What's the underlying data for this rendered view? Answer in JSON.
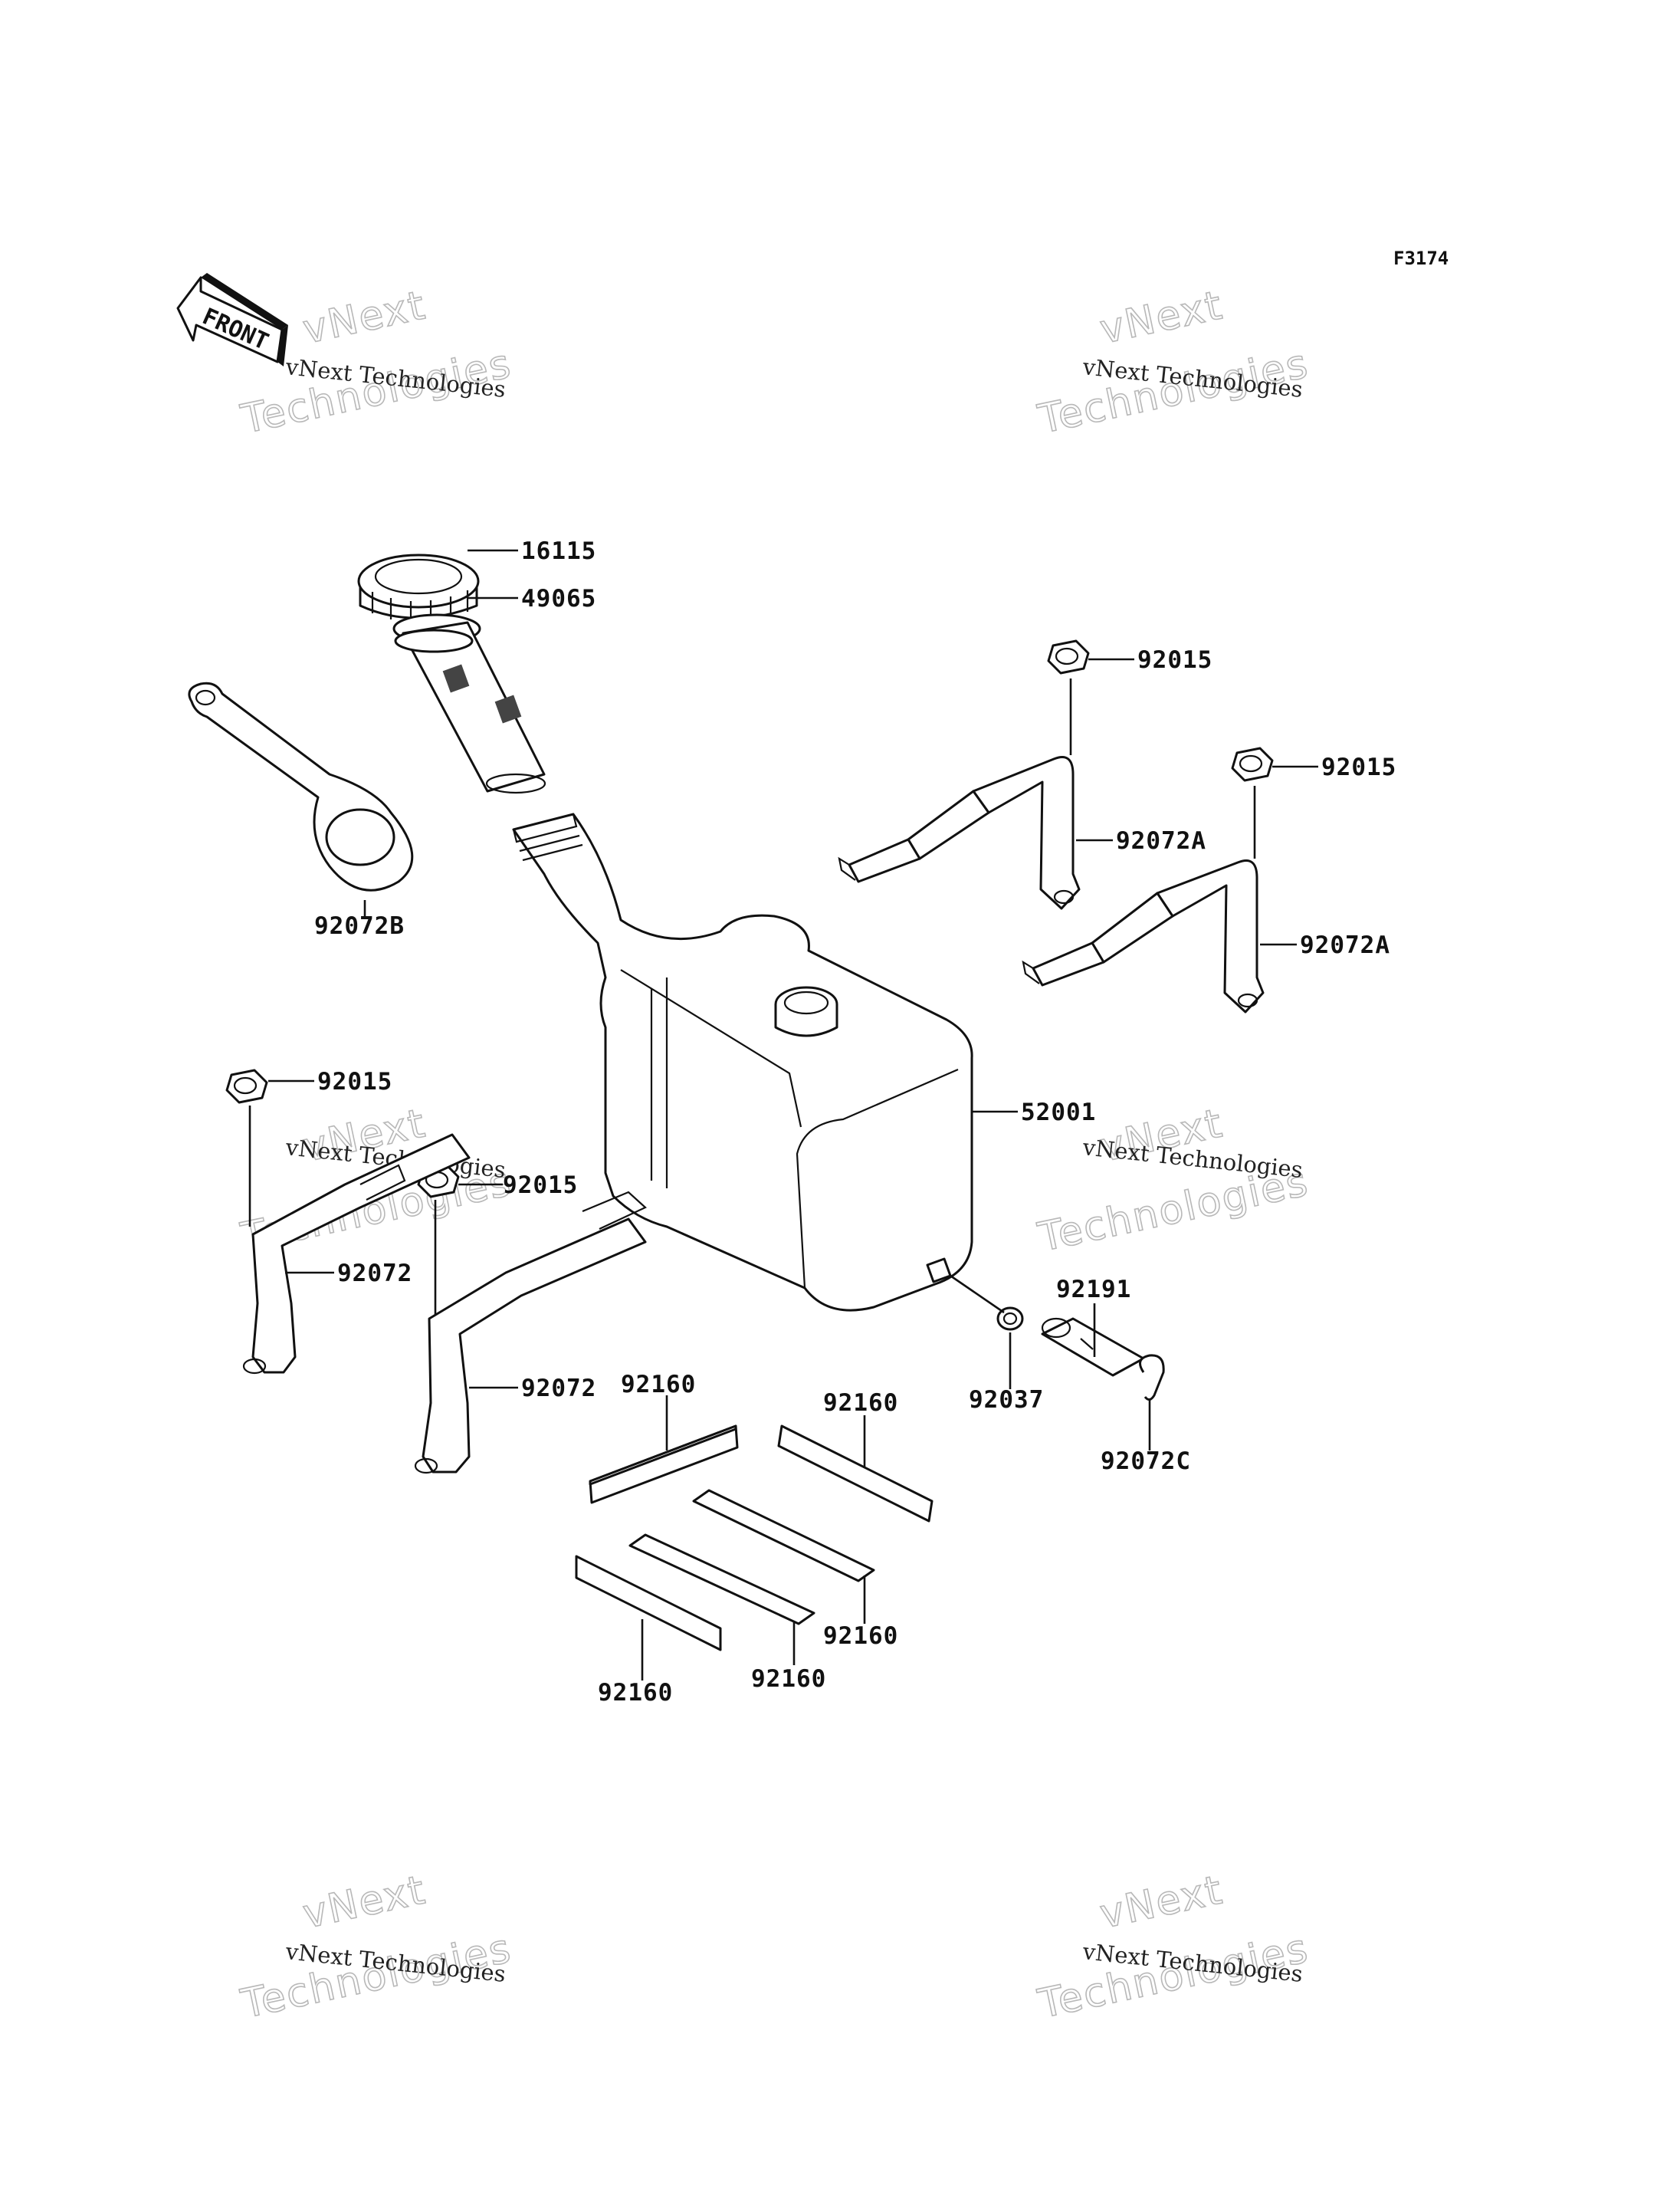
{
  "figure_code": "F3174",
  "front_label": "FRONT",
  "watermark": {
    "company": "vNext Technologies",
    "word1": "vNext",
    "word2": "Technologies"
  },
  "part_labels": {
    "cap": "16115",
    "filter": "49065",
    "gasket_ring": "92072B",
    "tank": "52001",
    "nut_top_right_upper": "92015",
    "nut_top_right_lower": "92015",
    "strap_right_upper": "92072A",
    "strap_right_lower": "92072A",
    "nut_left_upper": "92015",
    "nut_left_lower": "92015",
    "strap_left_upper": "92072",
    "strap_left_lower": "92072",
    "hose": "92191",
    "clamp_small": "92037",
    "clip": "92072C",
    "pad_top_left": "92160",
    "pad_top_right": "92160",
    "pad_mid": "92160",
    "pad_bottom_mid": "92160",
    "pad_bottom_left": "92160"
  }
}
